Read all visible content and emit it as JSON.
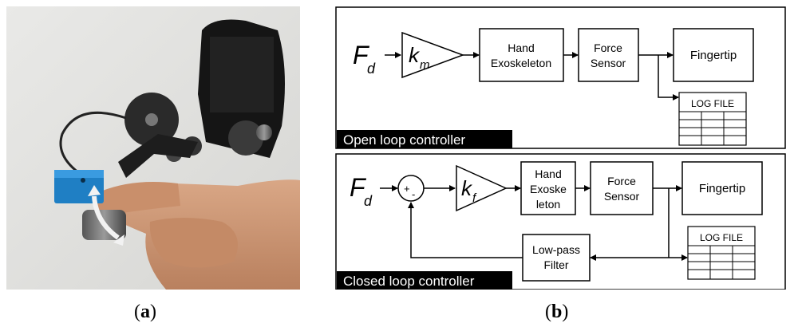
{
  "caption_a": "a",
  "caption_b": "b",
  "open_loop": {
    "section_label": "Open loop controller",
    "input_F": "F",
    "input_sub": "d",
    "gain_k": "k",
    "gain_sub": "m",
    "block_hand": [
      "Hand",
      "Exoskeleton"
    ],
    "block_force": [
      "Force",
      "Sensor"
    ],
    "block_fingertip": "Fingertip",
    "log_file": "LOG FILE"
  },
  "closed_loop": {
    "section_label": "Closed loop controller",
    "input_F": "F",
    "input_sub": "d",
    "sum_plus": "+",
    "sum_minus": "-",
    "gain_k": "k",
    "gain_sub": "f",
    "block_hand": [
      "Hand",
      "Exoske",
      "leton"
    ],
    "block_force": [
      "Force",
      "Sensor"
    ],
    "block_fingertip": "Fingertip",
    "block_filter": [
      "Low-pass",
      "Filter"
    ],
    "log_file": "LOG FILE"
  }
}
